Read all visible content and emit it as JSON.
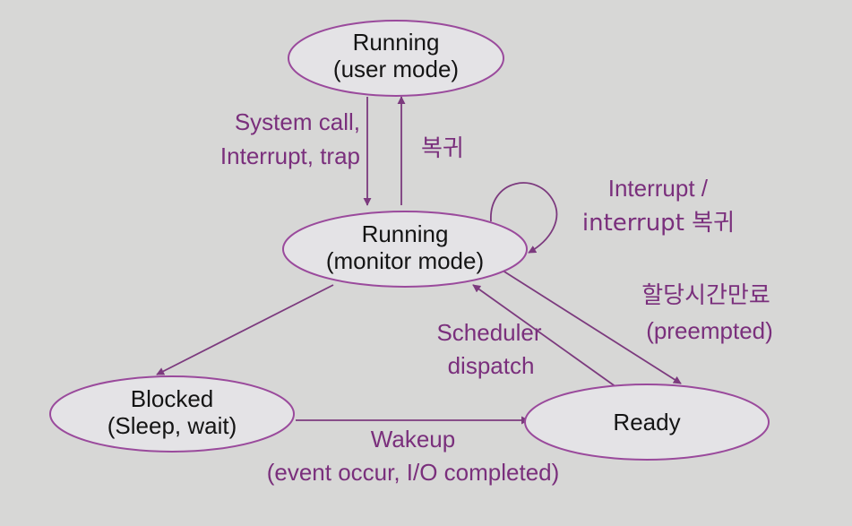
{
  "nodes": {
    "user_mode": {
      "line1": "Running",
      "line2": "(user mode)"
    },
    "monitor_mode": {
      "line1": "Running",
      "line2": "(monitor mode)"
    },
    "blocked": {
      "line1": "Blocked",
      "line2": "(Sleep, wait)"
    },
    "ready": {
      "line1": "Ready"
    }
  },
  "edges": {
    "syscall": {
      "line1": "System call,",
      "line2": "Interrupt, trap"
    },
    "return": {
      "label": "복귀"
    },
    "interrupt_loop": {
      "line1": "Interrupt /",
      "line2": "interrupt 복귀"
    },
    "preempted": {
      "line1": "할당시간만료",
      "line2": "(preempted)"
    },
    "dispatch": {
      "line1": "Scheduler",
      "line2": "dispatch"
    },
    "wakeup": {
      "line1": "Wakeup",
      "line2": "(event occur, I/O completed)"
    }
  },
  "colors": {
    "node_fill": "#e4e3e6",
    "node_stroke": "#9a4a9c",
    "arrow": "#7c3a7e",
    "label_text": "#7a2f7c",
    "background": "#d7d7d6"
  }
}
